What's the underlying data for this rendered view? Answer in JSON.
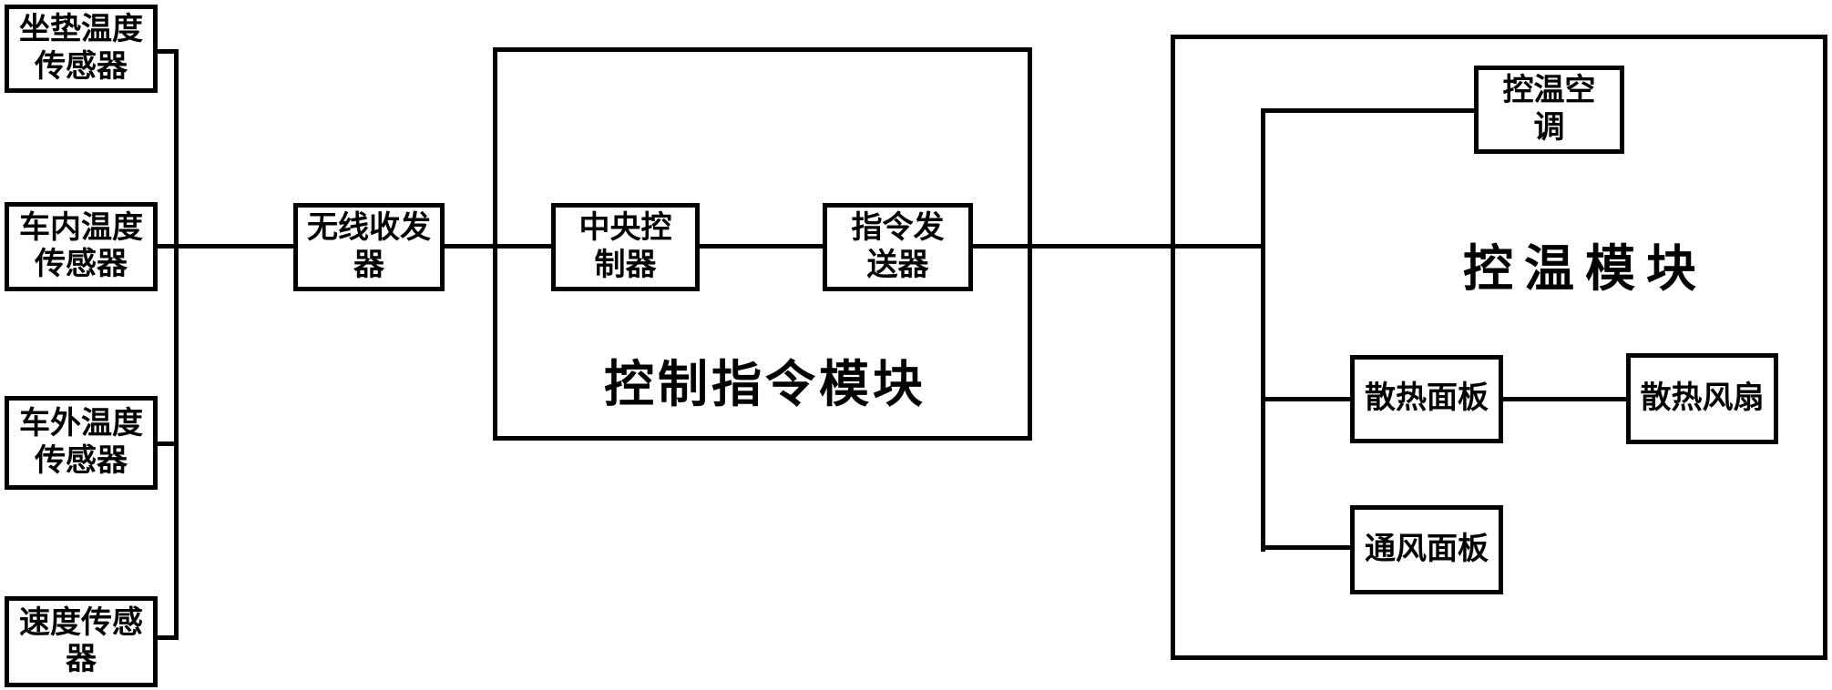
{
  "diagram": {
    "sensors": {
      "seat": "坐垫温度传感器",
      "cabin": "车内温度传感器",
      "outside": "车外温度传感器",
      "speed": "速度传感器"
    },
    "transceiver": "无线收发器",
    "command_module": {
      "title": "控制指令模块",
      "central_controller": "中央控制器",
      "command_transmitter": "指令发送器"
    },
    "temperature_module": {
      "title": "控温模块",
      "ac": "控温空调",
      "heat_panel": "散热面板",
      "heat_fan": "散热风扇",
      "vent_panel": "通风面板"
    },
    "colors": {
      "line": "#000000",
      "background": "#ffffff",
      "text": "#000000"
    }
  }
}
